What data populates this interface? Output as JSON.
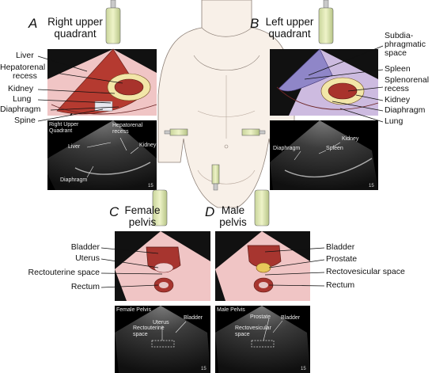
{
  "panels": {
    "A": {
      "letter": "A",
      "title": [
        "Right upper",
        "quadrant"
      ],
      "labels": [
        "Liver",
        "Hepatorenal",
        "recess",
        "Kidney",
        "Lung",
        "Diaphragm",
        "Spine"
      ],
      "us_title": [
        "Right Upper",
        "Quadrant"
      ],
      "us_labels": [
        "Hepatorenal",
        "recess",
        "Liver",
        "Kidney",
        "Diaphragm"
      ],
      "us_corner": "15"
    },
    "B": {
      "letter": "B",
      "title": [
        "Left upper",
        "quadrant"
      ],
      "labels": [
        "Subdia-",
        "phragmatic",
        "space",
        "Spleen",
        "Splenorenal",
        "recess",
        "Kidney",
        "Diaphragm",
        "Lung"
      ],
      "us_labels": [
        "Spleen",
        "Kidney",
        "Diaphragm"
      ],
      "us_corner": "15"
    },
    "C": {
      "letter": "C",
      "title": [
        "Female",
        "pelvis"
      ],
      "labels": [
        "Bladder",
        "Uterus",
        "Rectouterine space",
        "Rectum"
      ],
      "us_title": "Female Pelvis",
      "us_labels": [
        "Uterus",
        "Bladder",
        "Rectouterine",
        "space"
      ],
      "us_corner": "15"
    },
    "D": {
      "letter": "D",
      "title": [
        "Male",
        "pelvis"
      ],
      "labels": [
        "Bladder",
        "Prostate",
        "Rectovesicular space",
        "Rectum"
      ],
      "us_title": "Male Pelvis",
      "us_labels": [
        "Prostate",
        "Bladder",
        "Rectovesicular",
        "space"
      ],
      "us_corner": "15"
    }
  },
  "colors": {
    "liver": "#b53a30",
    "kidney": "#a8332c",
    "fat": "#f2e6a8",
    "spleen": "#8f86c8",
    "tissue": "#f1c6c6",
    "space": "#d9b2d9",
    "bladder": "#a7352f",
    "skin": "#f7efe8"
  }
}
